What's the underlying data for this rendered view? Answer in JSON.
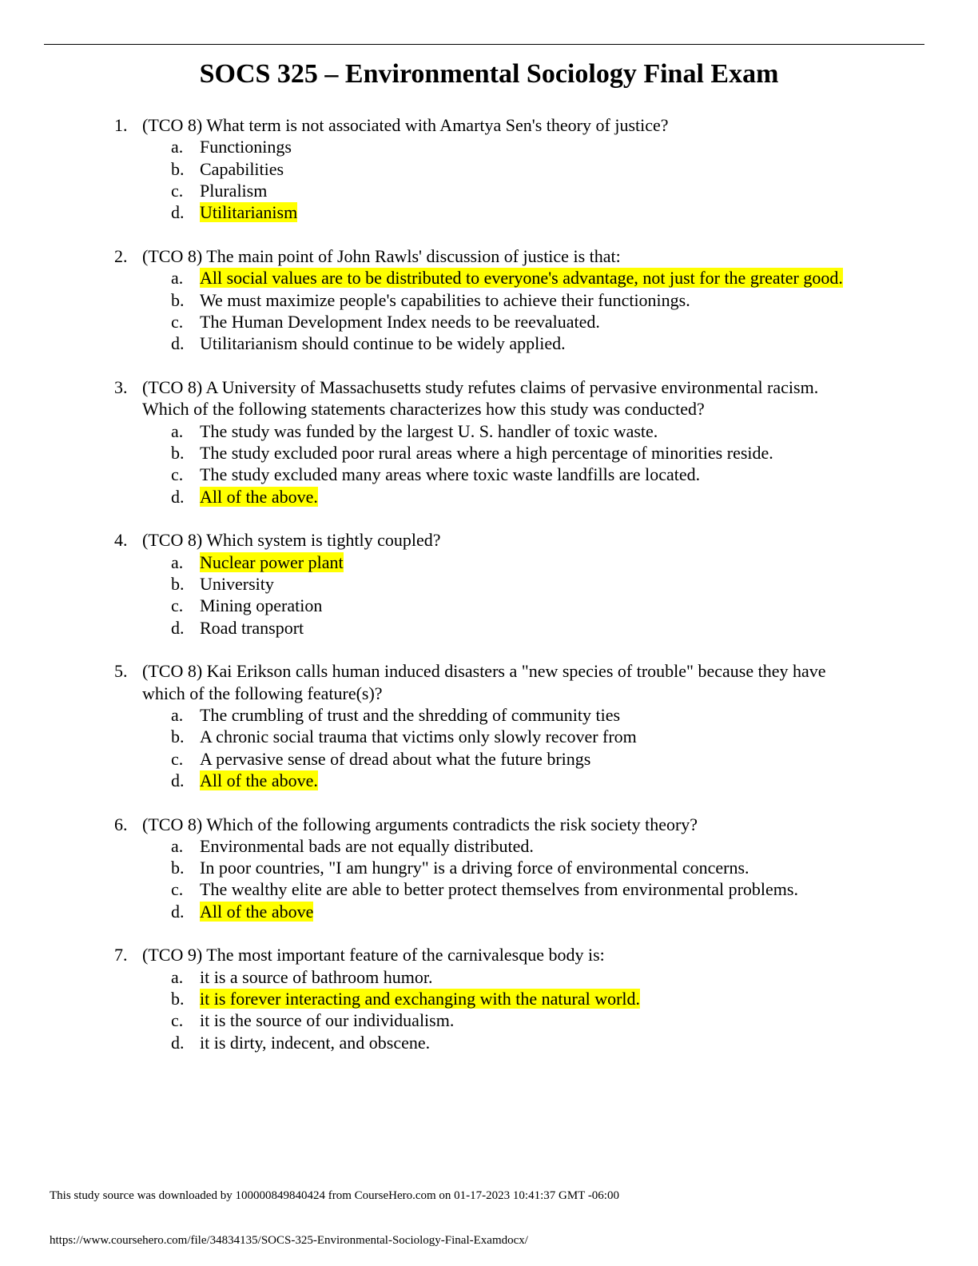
{
  "title": "SOCS 325 – Environmental Sociology Final Exam",
  "highlight_color": "#ffff00",
  "questions": [
    {
      "num": "1.",
      "text": "(TCO 8) What term is not associated with Amartya Sen's theory of justice?",
      "options": [
        {
          "letter": "a.",
          "text": "Functionings",
          "hl": false
        },
        {
          "letter": "b.",
          "text": "Capabilities",
          "hl": false
        },
        {
          "letter": "c.",
          "text": "Pluralism",
          "hl": false
        },
        {
          "letter": "d.",
          "text": "Utilitarianism",
          "hl": true
        }
      ]
    },
    {
      "num": "2.",
      "text": "(TCO 8) The main point of John Rawls' discussion of justice is that:",
      "options": [
        {
          "letter": "a.",
          "text": "All social values are to be distributed to everyone's advantage, not just for the greater good.",
          "hl": true
        },
        {
          "letter": "b.",
          "text": "We must maximize people's capabilities to achieve their functionings.",
          "hl": false
        },
        {
          "letter": "c.",
          "text": "The Human Development Index needs to be reevaluated.",
          "hl": false
        },
        {
          "letter": "d.",
          "text": "Utilitarianism should continue to be widely applied.",
          "hl": false
        }
      ]
    },
    {
      "num": "3.",
      "text": "(TCO 8) A University of Massachusetts study refutes claims of pervasive environmental racism. Which of the following statements characterizes how this study was conducted?",
      "options": [
        {
          "letter": "a.",
          "text": "The study was funded by the largest U. S. handler of toxic waste.",
          "hl": false
        },
        {
          "letter": "b.",
          "text": "The study excluded poor rural areas where a high percentage of minorities reside.",
          "hl": false
        },
        {
          "letter": "c.",
          "text": "The study excluded many areas where toxic waste landfills are located.",
          "hl": false
        },
        {
          "letter": "d.",
          "text": "All of the above.",
          "hl": true
        }
      ]
    },
    {
      "num": "4.",
      "text": "(TCO 8) Which system is tightly coupled?",
      "options": [
        {
          "letter": "a.",
          "text": "Nuclear power plant",
          "hl": true
        },
        {
          "letter": "b.",
          "text": "University",
          "hl": false
        },
        {
          "letter": "c.",
          "text": "Mining operation",
          "hl": false
        },
        {
          "letter": "d.",
          "text": "Road transport",
          "hl": false
        }
      ]
    },
    {
      "num": "5.",
      "text": "(TCO 8) Kai Erikson calls human induced disasters a \"new species of trouble\" because they have which of the following feature(s)?",
      "options": [
        {
          "letter": "a.",
          "text": "The crumbling of trust and the shredding of community ties",
          "hl": false
        },
        {
          "letter": "b.",
          "text": "A chronic social trauma that victims only slowly recover from",
          "hl": false
        },
        {
          "letter": "c.",
          "text": "A pervasive sense of dread about what the future brings",
          "hl": false
        },
        {
          "letter": "d.",
          "text": "All of the above.",
          "hl": true
        }
      ]
    },
    {
      "num": "6.",
      "text": "(TCO 8) Which of the following arguments contradicts the risk society theory?",
      "options": [
        {
          "letter": "a.",
          "text": "Environmental bads are not equally distributed.",
          "hl": false
        },
        {
          "letter": "b.",
          "text": "In poor countries, \"I am hungry\" is a driving force of environmental concerns.",
          "hl": false
        },
        {
          "letter": "c.",
          "text": "The wealthy elite are able to better protect themselves from environmental problems.",
          "hl": false
        },
        {
          "letter": "d.",
          "text": "All of the above",
          "hl": true
        }
      ]
    },
    {
      "num": "7.",
      "text": "(TCO 9) The most important feature of the carnivalesque body is:",
      "options": [
        {
          "letter": "a.",
          "text": "it is a source of bathroom humor.",
          "hl": false
        },
        {
          "letter": "b.",
          "text": "it is forever interacting and exchanging with the natural world.",
          "hl": true
        },
        {
          "letter": "c.",
          "text": "it is the source of our individualism.",
          "hl": false
        },
        {
          "letter": "d.",
          "text": "it is dirty, indecent, and obscene.",
          "hl": false
        }
      ]
    }
  ],
  "footer": {
    "download_note": "This study source was downloaded by 100000849840424 from CourseHero.com on 01-17-2023 10:41:37 GMT -06:00",
    "url": "https://www.coursehero.com/file/34834135/SOCS-325-Environmental-Sociology-Final-Examdocx/"
  }
}
